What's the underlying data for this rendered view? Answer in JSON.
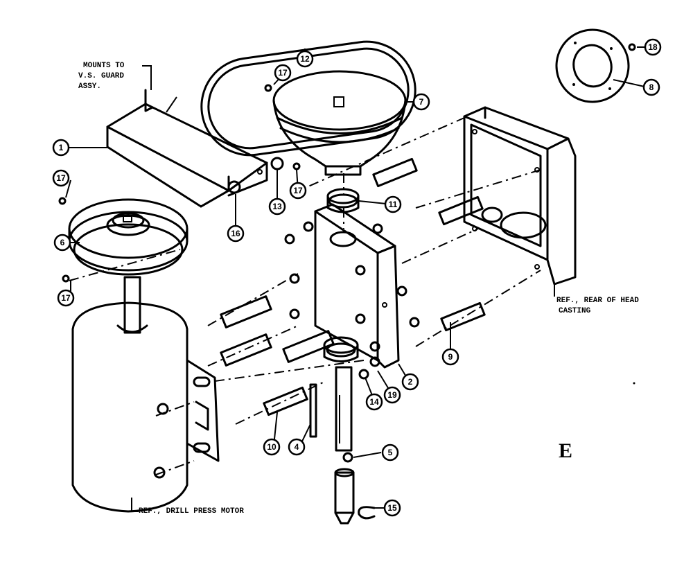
{
  "figure_letter": "E",
  "notes": {
    "guard_line1": "MOUNTS TO",
    "guard_line2": "V.S. GUARD",
    "guard_line3": "ASSY.",
    "head_line1": "REF., REAR OF HEAD",
    "head_line2": "CASTING",
    "motor": "REF., DRILL PRESS MOTOR"
  },
  "callouts": [
    "1",
    "17",
    "6",
    "17",
    "16",
    "13",
    "17",
    "12",
    "17",
    "7",
    "11",
    "18",
    "8",
    "9",
    "2",
    "19",
    "14",
    "5",
    "15",
    "10",
    "4"
  ]
}
